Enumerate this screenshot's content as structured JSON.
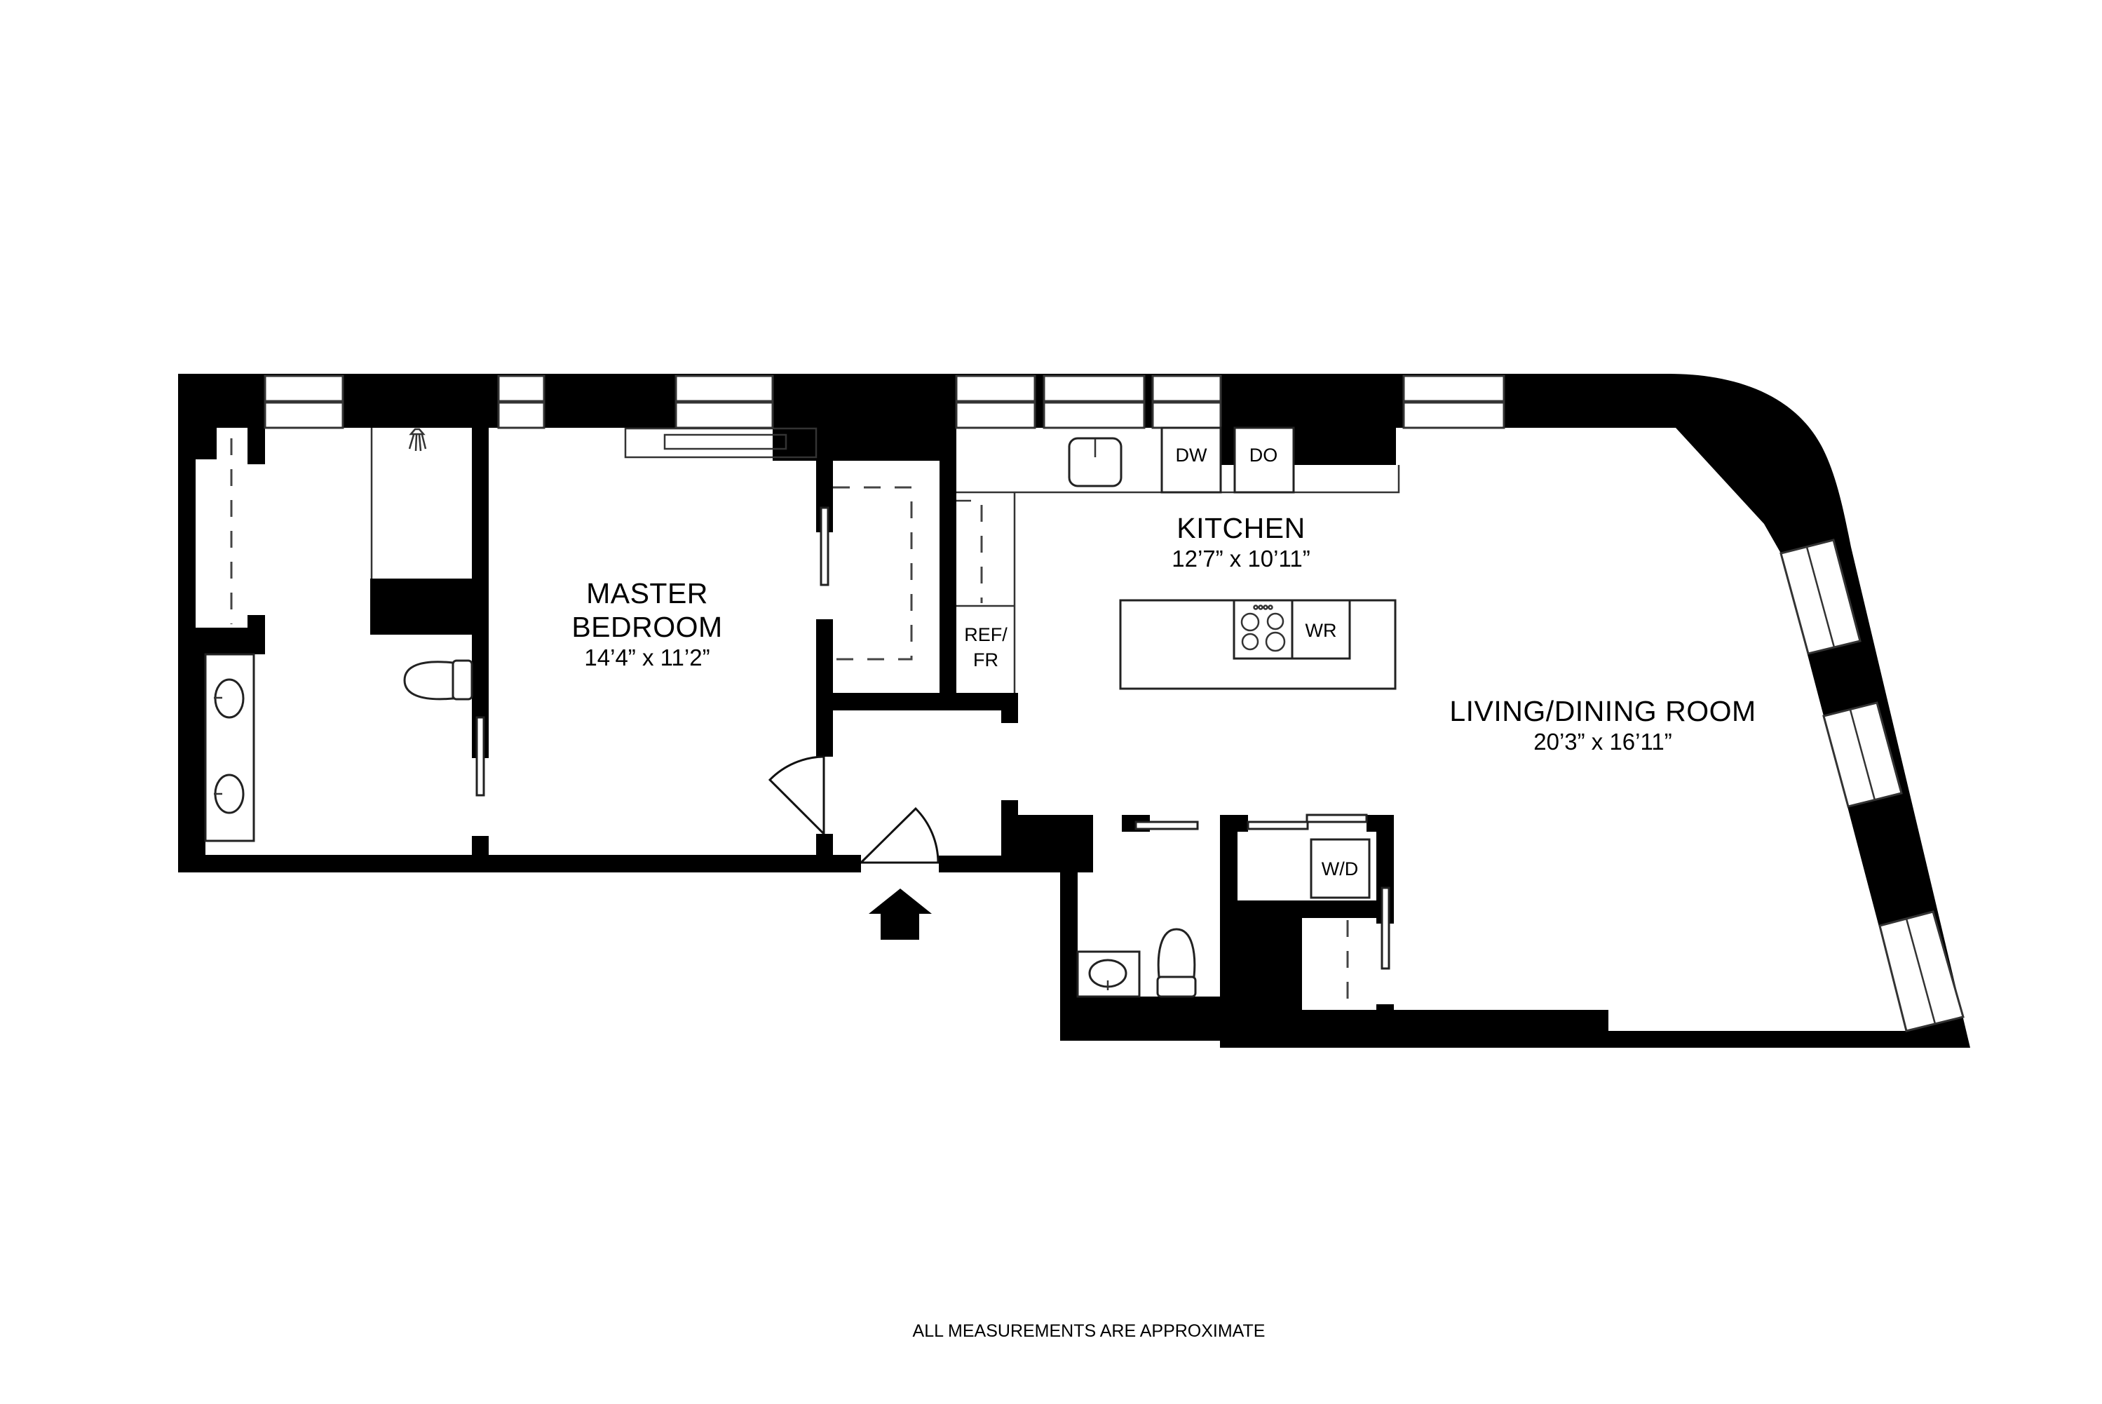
{
  "plan": {
    "rooms": [
      {
        "id": "master-bedroom",
        "name_lines": [
          "MASTER",
          "BEDROOM"
        ],
        "dimensions": "14’4” x 11’2”"
      },
      {
        "id": "kitchen",
        "name_lines": [
          "KITCHEN"
        ],
        "dimensions": "12’7” x 10’11”"
      },
      {
        "id": "living-dining",
        "name_lines": [
          "LIVING/DINING ROOM"
        ],
        "dimensions": "20’3” x 16’11”"
      }
    ],
    "appliances": {
      "dishwasher": "DW",
      "double_oven": "DO",
      "refrigerator_line1": "REF/",
      "refrigerator_line2": "FR",
      "wine_refrigerator": "WR",
      "washer_dryer": "W/D"
    },
    "entry_arrow": "entry-arrow-icon",
    "colors": {
      "wall": "#000000",
      "background": "#ffffff",
      "line": "#333333"
    }
  },
  "footer": {
    "disclaimer": "ALL MEASUREMENTS ARE APPROXIMATE"
  }
}
